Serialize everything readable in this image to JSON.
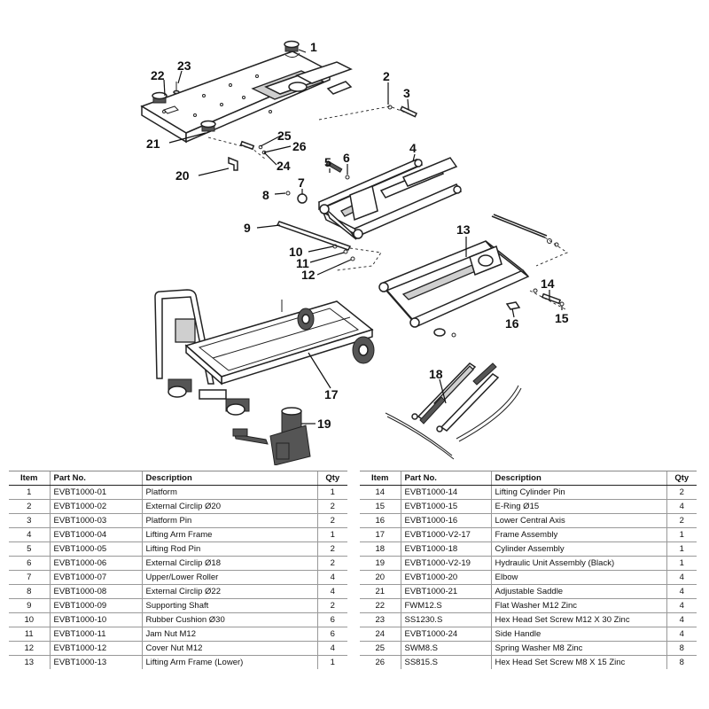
{
  "callouts": [
    "1",
    "2",
    "3",
    "4",
    "5",
    "6",
    "7",
    "8",
    "9",
    "10",
    "11",
    "12",
    "13",
    "14",
    "15",
    "16",
    "17",
    "18",
    "19",
    "20",
    "21",
    "22",
    "23",
    "24",
    "25",
    "26"
  ],
  "table_headers": {
    "item": "Item",
    "part_no": "Part No.",
    "description": "Description",
    "qty": "Qty"
  },
  "parts_left": [
    {
      "item": "1",
      "part_no": "EVBT1000-01",
      "description": "Platform",
      "qty": "1"
    },
    {
      "item": "2",
      "part_no": "EVBT1000-02",
      "description": "External Circlip Ø20",
      "qty": "2"
    },
    {
      "item": "3",
      "part_no": "EVBT1000-03",
      "description": "Platform Pin",
      "qty": "2"
    },
    {
      "item": "4",
      "part_no": "EVBT1000-04",
      "description": "Lifting Arm Frame",
      "qty": "1"
    },
    {
      "item": "5",
      "part_no": "EVBT1000-05",
      "description": "Lifting Rod Pin",
      "qty": "2"
    },
    {
      "item": "6",
      "part_no": "EVBT1000-06",
      "description": "External Circlip Ø18",
      "qty": "2"
    },
    {
      "item": "7",
      "part_no": "EVBT1000-07",
      "description": "Upper/Lower Roller",
      "qty": "4"
    },
    {
      "item": "8",
      "part_no": "EVBT1000-08",
      "description": "External Circlip Ø22",
      "qty": "4"
    },
    {
      "item": "9",
      "part_no": "EVBT1000-09",
      "description": "Supporting Shaft",
      "qty": "2"
    },
    {
      "item": "10",
      "part_no": "EVBT1000-10",
      "description": "Rubber Cushion Ø30",
      "qty": "6"
    },
    {
      "item": "11",
      "part_no": "EVBT1000-11",
      "description": "Jam Nut M12",
      "qty": "6"
    },
    {
      "item": "12",
      "part_no": "EVBT1000-12",
      "description": "Cover Nut M12",
      "qty": "4"
    },
    {
      "item": "13",
      "part_no": "EVBT1000-13",
      "description": "Lifting Arm Frame (Lower)",
      "qty": "1"
    }
  ],
  "parts_right": [
    {
      "item": "14",
      "part_no": "EVBT1000-14",
      "description": "Lifting Cylinder Pin",
      "qty": "2"
    },
    {
      "item": "15",
      "part_no": "EVBT1000-15",
      "description": "E-Ring Ø15",
      "qty": "4"
    },
    {
      "item": "16",
      "part_no": "EVBT1000-16",
      "description": "Lower Central Axis",
      "qty": "2"
    },
    {
      "item": "17",
      "part_no": "EVBT1000-V2-17",
      "description": "Frame Assembly",
      "qty": "1"
    },
    {
      "item": "18",
      "part_no": "EVBT1000-18",
      "description": "Cylinder Assembly",
      "qty": "1"
    },
    {
      "item": "19",
      "part_no": "EVBT1000-V2-19",
      "description": "Hydraulic Unit Assembly (Black)",
      "qty": "1"
    },
    {
      "item": "20",
      "part_no": "EVBT1000-20",
      "description": "Elbow",
      "qty": "4"
    },
    {
      "item": "21",
      "part_no": "EVBT1000-21",
      "description": "Adjustable Saddle",
      "qty": "4"
    },
    {
      "item": "22",
      "part_no": "FWM12.S",
      "description": "Flat Washer M12 Zinc",
      "qty": "4"
    },
    {
      "item": "23",
      "part_no": "SS1230.S",
      "description": "Hex Head Set Screw M12 X 30 Zinc",
      "qty": "4"
    },
    {
      "item": "24",
      "part_no": "EVBT1000-24",
      "description": "Side Handle",
      "qty": "4"
    },
    {
      "item": "25",
      "part_no": "SWM8.S",
      "description": "Spring Washer M8 Zinc",
      "qty": "8"
    },
    {
      "item": "26",
      "part_no": "SS815.S",
      "description": "Hex Head Set Screw M8 X 15 Zinc",
      "qty": "8"
    }
  ]
}
